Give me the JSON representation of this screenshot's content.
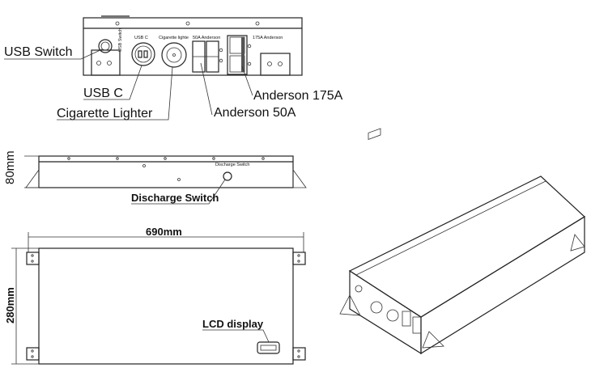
{
  "front_panel": {
    "callouts": {
      "usb_switch": "USB Switch",
      "usb_c": "USB C",
      "cigarette_lighter": "Cigarette Lighter",
      "anderson_175a": "Anderson 175A",
      "anderson_50a": "Anderson 50A"
    },
    "panel_text": {
      "usb_switch": "USB Switch",
      "usb_c": "USB C",
      "cigarette": "Cigarette lighte",
      "anderson_50a": "50A Anderson",
      "anderson_175a": "175A Anderson"
    }
  },
  "side_view": {
    "height_dim": "80mm",
    "panel_text": "Discharge Switch",
    "callout": "Discharge Switch"
  },
  "top_view": {
    "width_dim": "690mm",
    "depth_dim": "280mm",
    "callout": "LCD display"
  }
}
